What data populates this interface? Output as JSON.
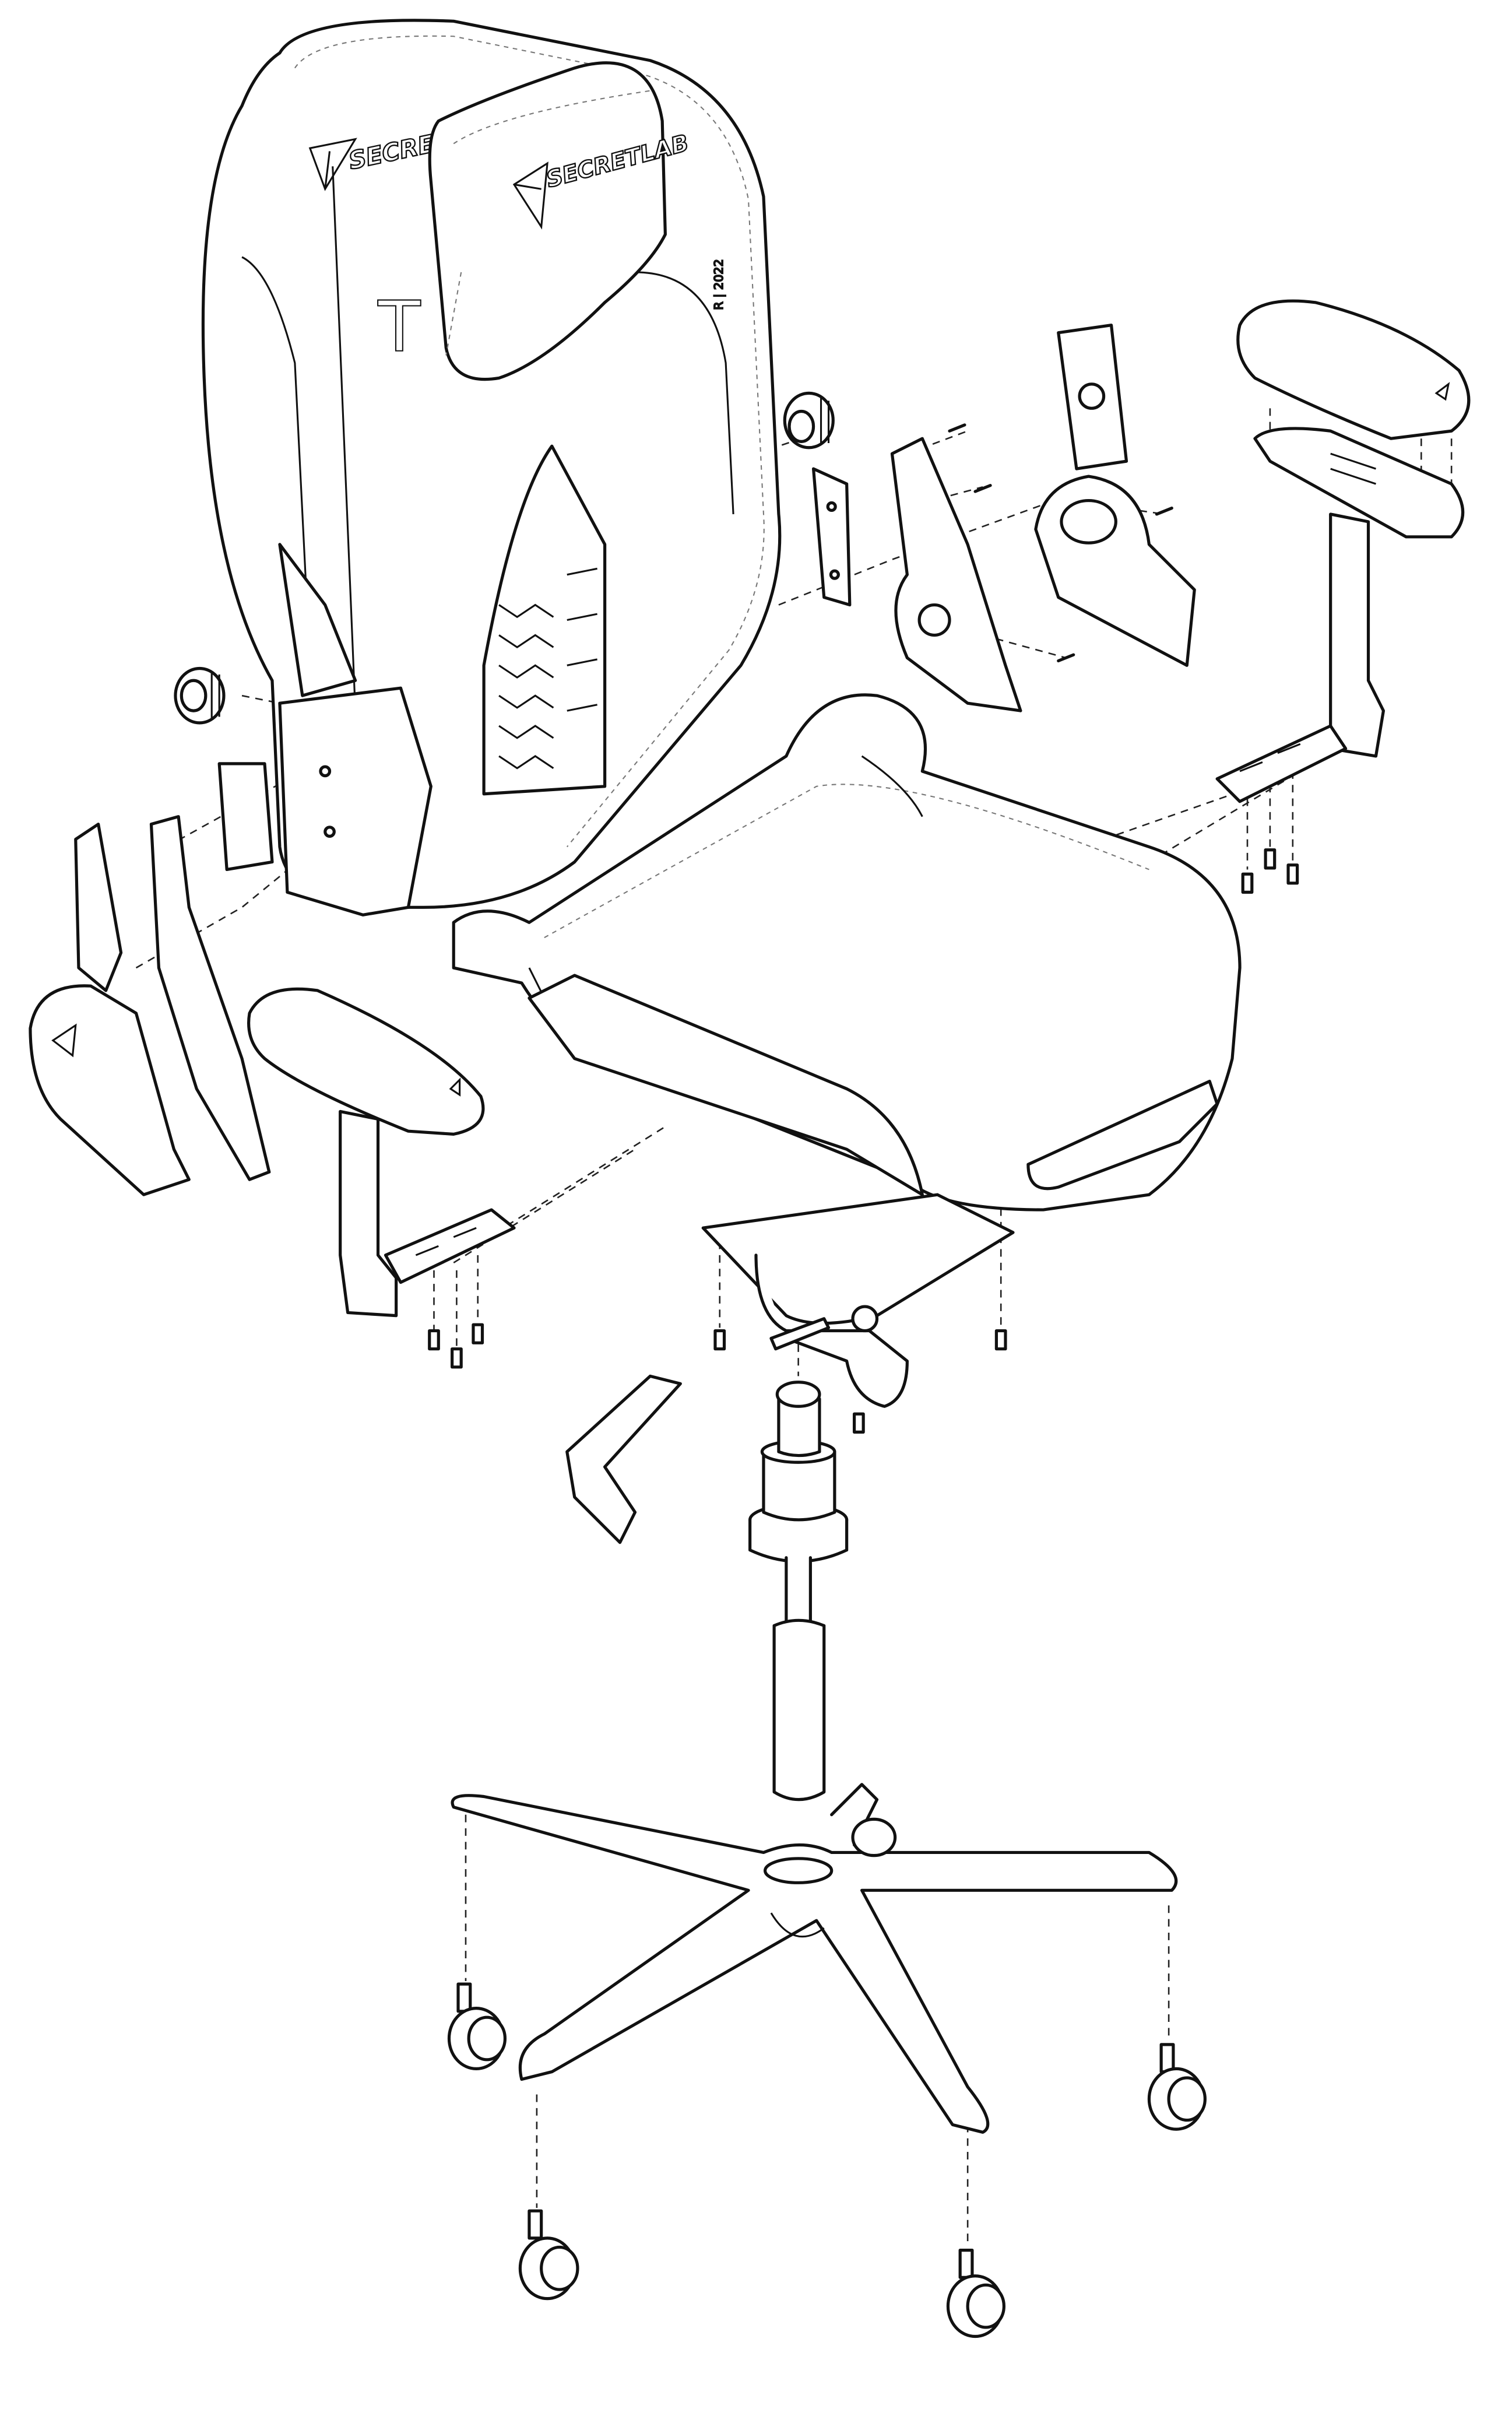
{
  "diagram": {
    "backrest": {
      "logo_text": "SECRETLAB",
      "monogram": "T",
      "edition_label": "R | 2022"
    },
    "headrest": {
      "logo_text": "SECRETLAB"
    },
    "line_color": "#111111",
    "background_color": "#ffffff"
  }
}
